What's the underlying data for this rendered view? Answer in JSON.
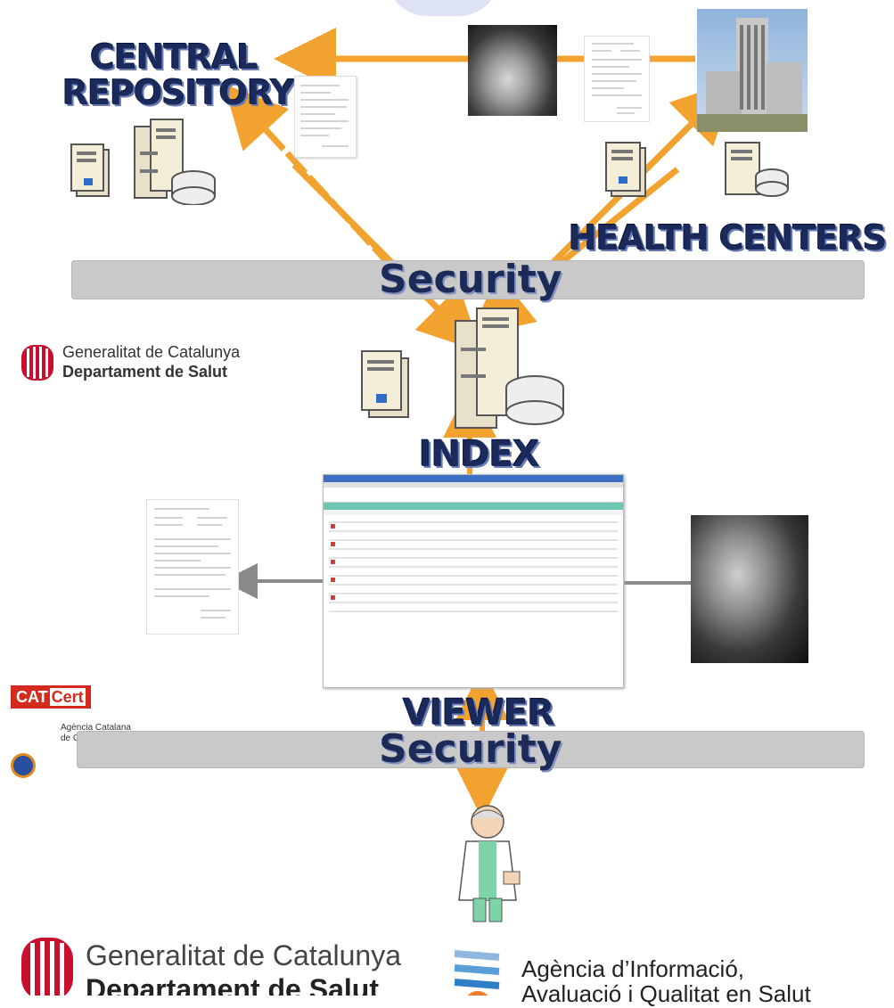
{
  "diagram": {
    "central_repository_label_line1": "CENTRAL",
    "central_repository_label_line2": "REPOSITORY",
    "health_centers_label": "HEALTH CENTERS",
    "security_label_top": "Security",
    "security_label_bottom": "Security",
    "index_label": "INDEX",
    "viewer_label": "VIEWER"
  },
  "logos": {
    "gencat_small_line1": "Generalitat de Catalunya",
    "gencat_small_line2": "Departament de Salut",
    "catcert_badge": "CAT",
    "catcert_badge2": "Cert",
    "catcert_line1": "Agència Catalana",
    "catcert_line2": "de Certificació",
    "gencat_large_line1": "Generalitat de Catalunya",
    "gencat_large_line2": "Departament de Salut",
    "agency_line1": "Agència d’Informació,",
    "agency_line2": "Avaluació i Qualitat en Salut"
  },
  "colors": {
    "arrow": "#f2a22e",
    "arrow_gray": "#8a8a8a",
    "security_bar": "#c9c9c9",
    "label_navy": "#1a2a5a",
    "catcert_red": "#d52b1e",
    "gencat_red": "#c8102e"
  }
}
